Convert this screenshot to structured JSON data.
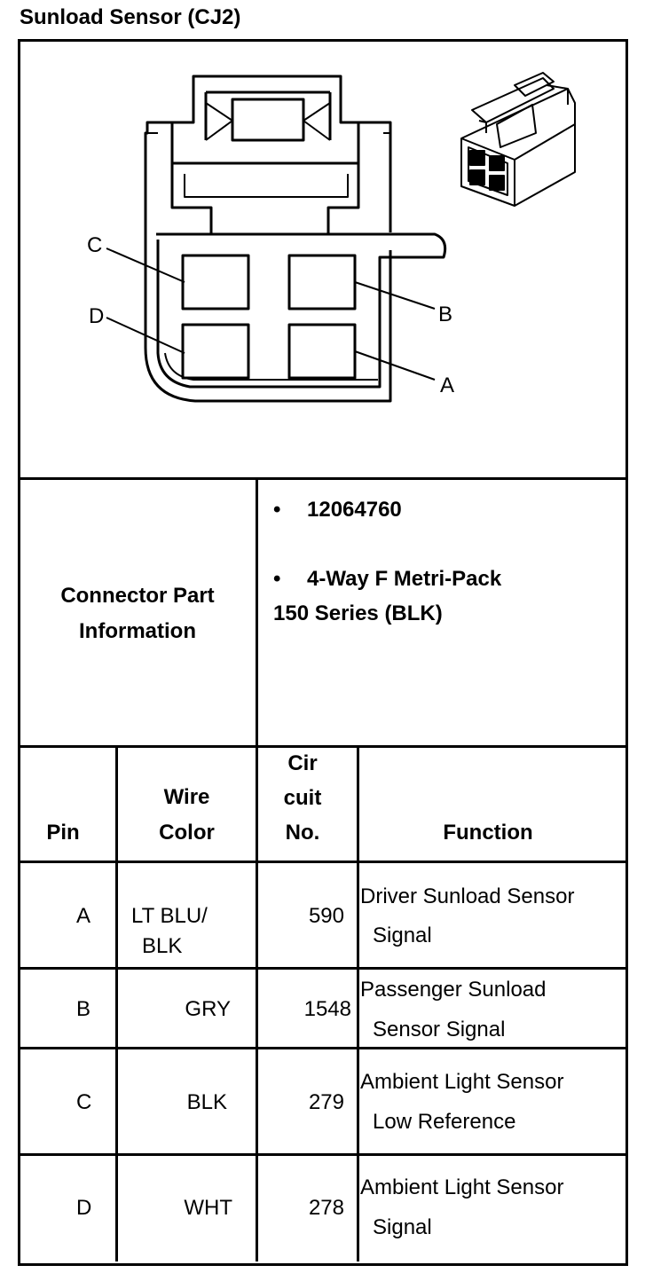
{
  "title": "Sunload Sensor (CJ2)",
  "diagram": {
    "pin_labels": [
      "A",
      "B",
      "C",
      "D"
    ]
  },
  "connector_info": {
    "label_line1": "Connector Part",
    "label_line2": "Information",
    "bullet": "•",
    "part_number": "12064760",
    "description_line1": "4-Way F Metri-Pack",
    "description_line2": "150 Series (BLK)"
  },
  "table": {
    "headers": {
      "pin": "Pin",
      "wire_color_line1": "Wire",
      "wire_color_line2": "Color",
      "circuit_line1": "Cir",
      "circuit_line2": "cuit",
      "circuit_line3": "No.",
      "function": "Function"
    },
    "rows": [
      {
        "pin": "A",
        "wire_color_line1": "LT BLU/",
        "wire_color_line2": "BLK",
        "circuit": "590",
        "function_line1": "Driver Sunload Sensor",
        "function_line2": "Signal"
      },
      {
        "pin": "B",
        "wire_color_line1": "GRY",
        "wire_color_line2": "",
        "circuit": "1548",
        "function_line1": "Passenger Sunload",
        "function_line2": "Sensor Signal"
      },
      {
        "pin": "C",
        "wire_color_line1": "BLK",
        "wire_color_line2": "",
        "circuit": "279",
        "function_line1": "Ambient Light Sensor",
        "function_line2": "Low Reference"
      },
      {
        "pin": "D",
        "wire_color_line1": "WHT",
        "wire_color_line2": "",
        "circuit": "278",
        "function_line1": "Ambient Light Sensor",
        "function_line2": "Signal"
      }
    ]
  }
}
